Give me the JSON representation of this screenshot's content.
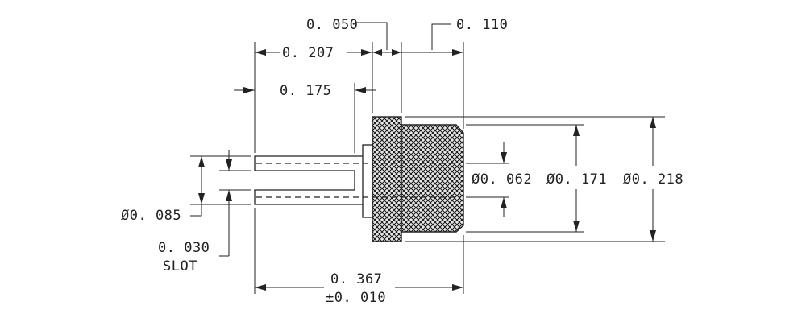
{
  "dimensions": {
    "d_050": "0. 050",
    "d_110": "0. 110",
    "d_207": "0. 207",
    "d_175": "0. 175",
    "d_062": "Ø0. 062",
    "d_171": "Ø0. 171",
    "d_218": "Ø0. 218",
    "d_085": "Ø0. 085",
    "d_030": "0. 030",
    "slot": "SLOT",
    "d_367": "0. 367",
    "tol": "±0. 010"
  }
}
